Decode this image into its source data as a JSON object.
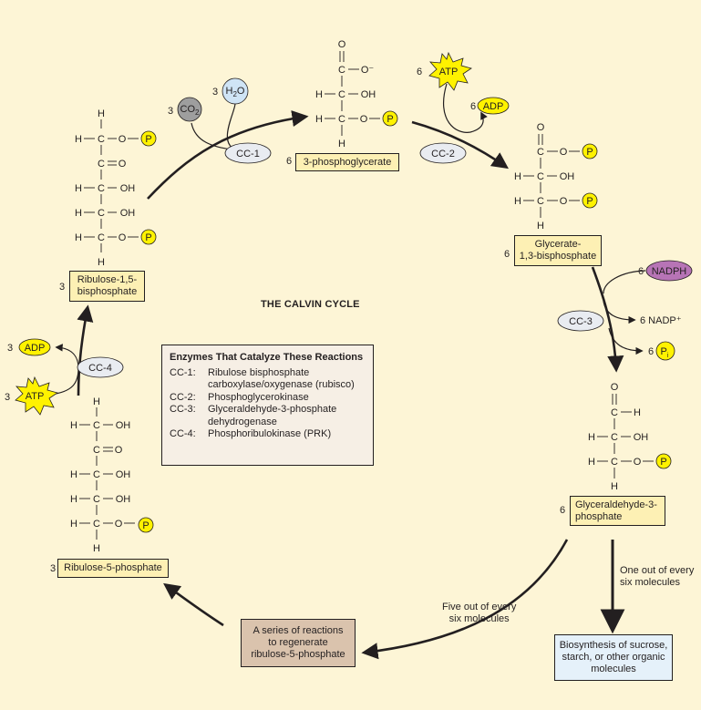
{
  "title": "THE CALVIN CYCLE",
  "enzymes": {
    "heading": "Enzymes That Catalyze These Reactions",
    "items": [
      {
        "code": "CC-1:",
        "line1": "Ribulose bisphosphate",
        "line2": "carboxylase/oxygenase (rubisco)"
      },
      {
        "code": "CC-2:",
        "line1": "Phosphoglycerokinase",
        "line2": ""
      },
      {
        "code": "CC-3:",
        "line1": "Glyceraldehyde-3-phosphate",
        "line2": "dehydrogenase"
      },
      {
        "code": "CC-4:",
        "line1": "Phosphoribulokinase (PRK)",
        "line2": ""
      }
    ]
  },
  "molecules": {
    "pga": {
      "count": "6",
      "name": "3-phosphoglycerate"
    },
    "bpg": {
      "count": "6",
      "line1": "Glycerate-",
      "line2": "1,3-bisphosphate"
    },
    "g3p": {
      "count": "6",
      "line1": "Glyceraldehyde-3-",
      "line2": "phosphate"
    },
    "rubp": {
      "count": "3",
      "line1": "Ribulose-1,5-",
      "line2": "bisphosphate"
    },
    "ru5p": {
      "count": "3",
      "name": "Ribulose-5-phosphate"
    },
    "regen": {
      "line1": "A series of reactions",
      "line2": "to regenerate",
      "line3": "ribulose-5-phosphate"
    },
    "biosynth": {
      "line1": "Biosynthesis of sucrose,",
      "line2": "starch, or other organic",
      "line3": "molecules"
    }
  },
  "reactants": {
    "co2": {
      "count": "3",
      "label": "CO",
      "sub": "2"
    },
    "h2o": {
      "count": "3",
      "label": "H",
      "sub": "2",
      "tail": "O"
    },
    "atp_cc2": {
      "count": "6",
      "label": "ATP"
    },
    "adp_cc2": {
      "count": "6",
      "label": "ADP"
    },
    "nadph": {
      "count": "6",
      "label": "NADPH"
    },
    "nadp": {
      "text": "6 NADP⁺"
    },
    "pi": {
      "count": "6",
      "label": "P",
      "sub": "i"
    },
    "atp_cc4": {
      "count": "3",
      "label": "ATP"
    },
    "adp_cc4": {
      "count": "3",
      "label": "ADP"
    }
  },
  "enzyme_tags": {
    "cc1": "CC-1",
    "cc2": "CC-2",
    "cc3": "CC-3",
    "cc4": "CC-4"
  },
  "notes": {
    "five": {
      "line1": "Five out of every",
      "line2": "six molecules"
    },
    "one": {
      "line1": "One out of every",
      "line2": "six molecules"
    }
  },
  "atoms": {
    "H": "H",
    "C": "C",
    "O": "O",
    "OH": "OH",
    "Ominus": "O⁻",
    "P": "P"
  },
  "colors": {
    "background": "#fdf5d6",
    "phosphate": "#fff200",
    "starburst": "#fff200",
    "nadph": "#b774b6",
    "h2o": "#cfe4f5",
    "co2": "#9e9e9e",
    "enzyme_oval": "#e9ecf1",
    "label_box": "#fdf0b4",
    "regen_box": "#dac3ad",
    "biosynth_box": "#e5f1fa",
    "enzymes_panel": "#f6efe5"
  }
}
